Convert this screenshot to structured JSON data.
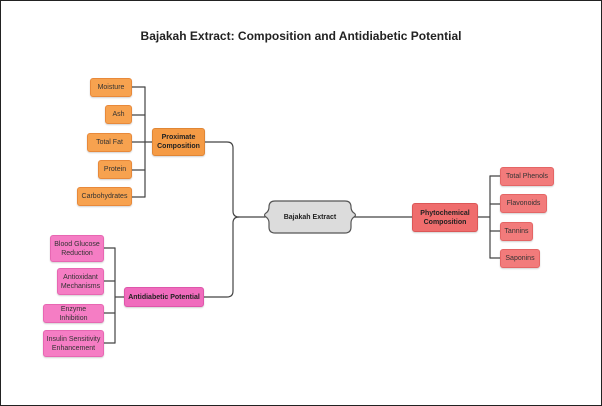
{
  "title": "Bajakah Extract: Composition and Antidiabetic Potential",
  "center": {
    "label": "Bajakah Extract"
  },
  "proximate": {
    "label": "Proximate Composition",
    "items": [
      "Moisture",
      "Ash",
      "Total Fat",
      "Protein",
      "Carbohydrates"
    ],
    "color": "#f59b45"
  },
  "antidiabetic": {
    "label": "Antidiabetic Potential",
    "items": [
      "Blood Glucose Reduction",
      "Antioxidant Mechanisms",
      "Enzyme Inhibition",
      "Insulin Sensitivity Enhancement"
    ],
    "color": "#f06bbd"
  },
  "phytochemical": {
    "label": "Phytochemical Composition",
    "items": [
      "Total Phenols",
      "Flavonoids",
      "Tannins",
      "Saponins"
    ],
    "color": "#ef6d6d"
  }
}
